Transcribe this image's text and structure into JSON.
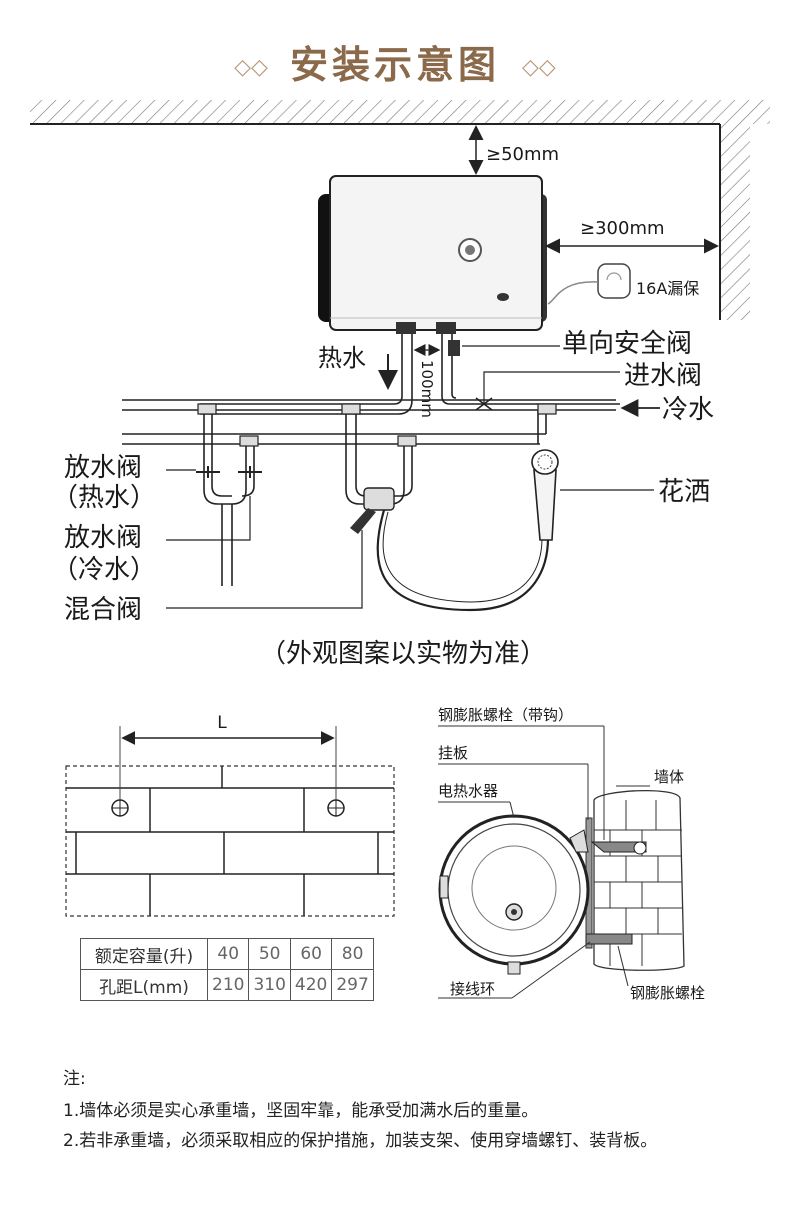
{
  "title": "安装示意图",
  "dim_top": "≥50mm",
  "dim_side": "≥300mm",
  "dim_100": "100mm",
  "label_16a": "16A漏保",
  "label_safety_valve": "单向安全阀",
  "label_inlet_valve": "进水阀",
  "label_cold_water": "冷水",
  "label_hot_water": "热水",
  "label_drain_hot_1": "放水阀",
  "label_drain_hot_2": "（热水）",
  "label_drain_cold_1": "放水阀",
  "label_drain_cold_2": "（冷水）",
  "label_mixing_valve": "混合阀",
  "label_shower": "花洒",
  "appearance_note": "（外观图案以实物为准）",
  "label_L": "L",
  "label_bolt_hook": "钢膨胀螺栓（带钩）",
  "label_hang_board": "挂板",
  "label_heater": "电热水器",
  "label_wall": "墙体",
  "label_wire_ring": "接线环",
  "label_bolt": "钢膨胀螺栓",
  "table": {
    "row1_header": "额定容量(升)",
    "row1": [
      "40",
      "50",
      "60",
      "80"
    ],
    "row2_header": "孔距L(mm)",
    "row2": [
      "210",
      "310",
      "420",
      "297"
    ]
  },
  "notes": {
    "head": "注:",
    "line1": "1.墙体必须是实心承重墙，坚固牢靠，能承受加满水后的重量。",
    "line2": "2.若非承重墙，必须采取相应的保护措施，加装支架、使用穿墙螺钉、装背板。"
  },
  "colors": {
    "title": "#8a6a4a",
    "line": "#222222",
    "hatch": "#666666"
  }
}
